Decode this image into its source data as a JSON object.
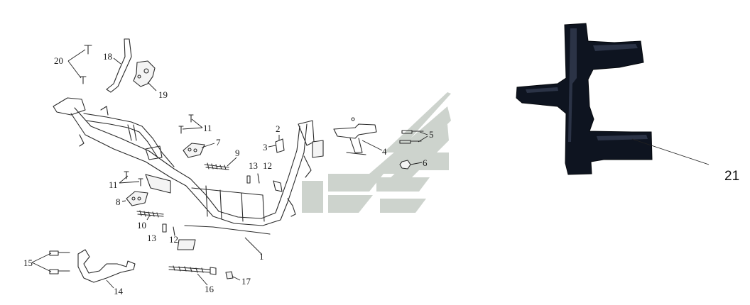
{
  "callouts": {
    "c1": "1",
    "c2": "2",
    "c3": "3",
    "c4": "4",
    "c5": "5",
    "c6": "6",
    "c7": "7",
    "c8": "8",
    "c9": "9",
    "c10": "10",
    "c11a": "11",
    "c11b": "11",
    "c12a": "12",
    "c12b": "12",
    "c13a": "13",
    "c13b": "13",
    "c14": "14",
    "c15": "15",
    "c16": "16",
    "c17": "17",
    "c18": "18",
    "c19": "19",
    "c20": "20",
    "c21": "21"
  },
  "colors": {
    "watermark": "#c9cfc9",
    "line": "#2a2a2a",
    "photo_part": "#0e1420"
  },
  "icons": {
    "watermark": "chevron-logo-watermark"
  }
}
